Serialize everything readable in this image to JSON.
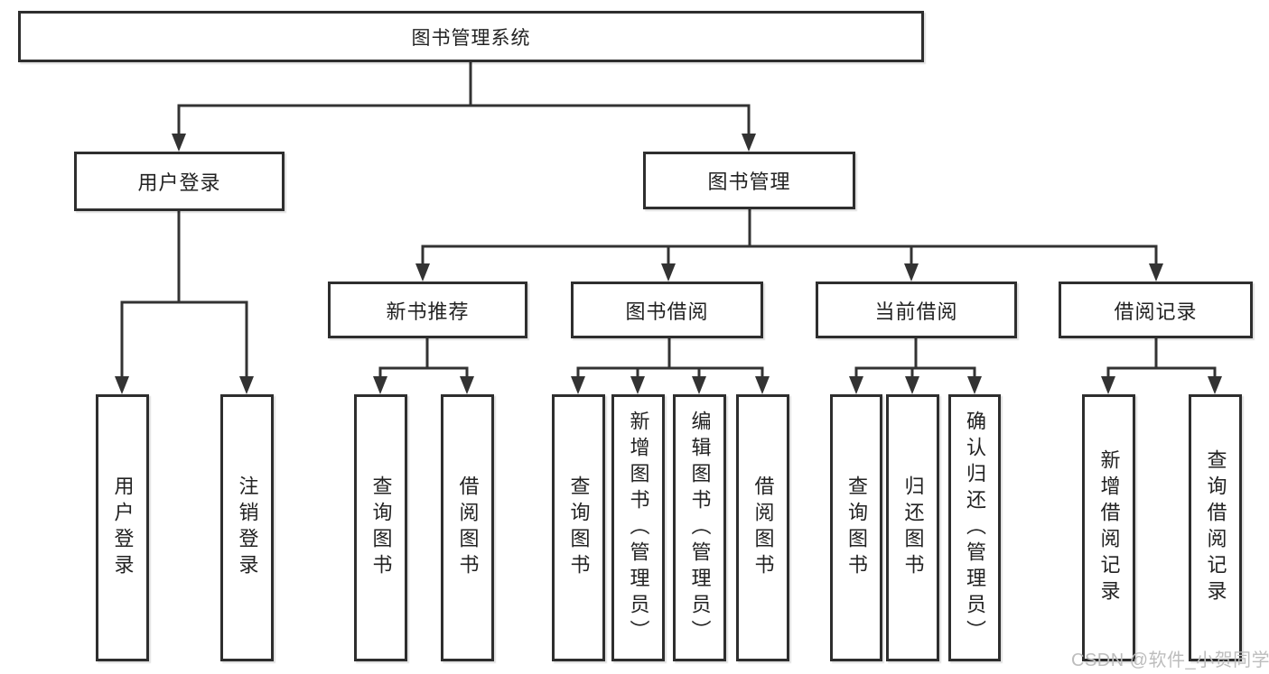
{
  "diagram": {
    "type": "hierarchy-tree",
    "line_color": "#333333",
    "border_color": "#2e2e2e",
    "text_color": "#222222",
    "nodes": {
      "root": {
        "label": "图书管理系统"
      },
      "user_login": {
        "label": "用户登录"
      },
      "book_management": {
        "label": "图书管理"
      },
      "new_book_recommend": {
        "label": "新书推荐"
      },
      "book_borrowing": {
        "label": "图书借阅"
      },
      "current_borrowing": {
        "label": "当前借阅"
      },
      "borrowing_records": {
        "label": "借阅记录"
      },
      "leaf_user_login": {
        "label": "用户登录"
      },
      "leaf_logout": {
        "label": "注销登录"
      },
      "leaf_nbr_query_books": {
        "label": "查询图书"
      },
      "leaf_nbr_borrow_books": {
        "label": "借阅图书"
      },
      "leaf_bb_query_books": {
        "label": "查询图书"
      },
      "leaf_bb_add_books": {
        "label": "新增图书（管理员）"
      },
      "leaf_bb_edit_books": {
        "label": "编辑图书（管理员）"
      },
      "leaf_bb_borrow_books": {
        "label": "借阅图书"
      },
      "leaf_cb_query_books": {
        "label": "查询图书"
      },
      "leaf_cb_return_books": {
        "label": "归还图书"
      },
      "leaf_cb_confirm_return": {
        "label": "确认归还（管理员）"
      },
      "leaf_br_add_record": {
        "label": "新增借阅记录"
      },
      "leaf_br_query_record": {
        "label": "查询借阅记录"
      }
    },
    "edges": [
      [
        "root",
        "user_login"
      ],
      [
        "root",
        "book_management"
      ],
      [
        "user_login",
        "leaf_user_login"
      ],
      [
        "user_login",
        "leaf_logout"
      ],
      [
        "book_management",
        "new_book_recommend"
      ],
      [
        "book_management",
        "book_borrowing"
      ],
      [
        "book_management",
        "current_borrowing"
      ],
      [
        "book_management",
        "borrowing_records"
      ],
      [
        "new_book_recommend",
        "leaf_nbr_query_books"
      ],
      [
        "new_book_recommend",
        "leaf_nbr_borrow_books"
      ],
      [
        "book_borrowing",
        "leaf_bb_query_books"
      ],
      [
        "book_borrowing",
        "leaf_bb_add_books"
      ],
      [
        "book_borrowing",
        "leaf_bb_edit_books"
      ],
      [
        "book_borrowing",
        "leaf_bb_borrow_books"
      ],
      [
        "current_borrowing",
        "leaf_cb_query_books"
      ],
      [
        "current_borrowing",
        "leaf_cb_return_books"
      ],
      [
        "current_borrowing",
        "leaf_cb_confirm_return"
      ],
      [
        "borrowing_records",
        "leaf_br_add_record"
      ],
      [
        "borrowing_records",
        "leaf_br_query_record"
      ]
    ]
  },
  "watermark": {
    "text": "CSDN @软件_小贺同学",
    "color": "#bdbdbd"
  }
}
